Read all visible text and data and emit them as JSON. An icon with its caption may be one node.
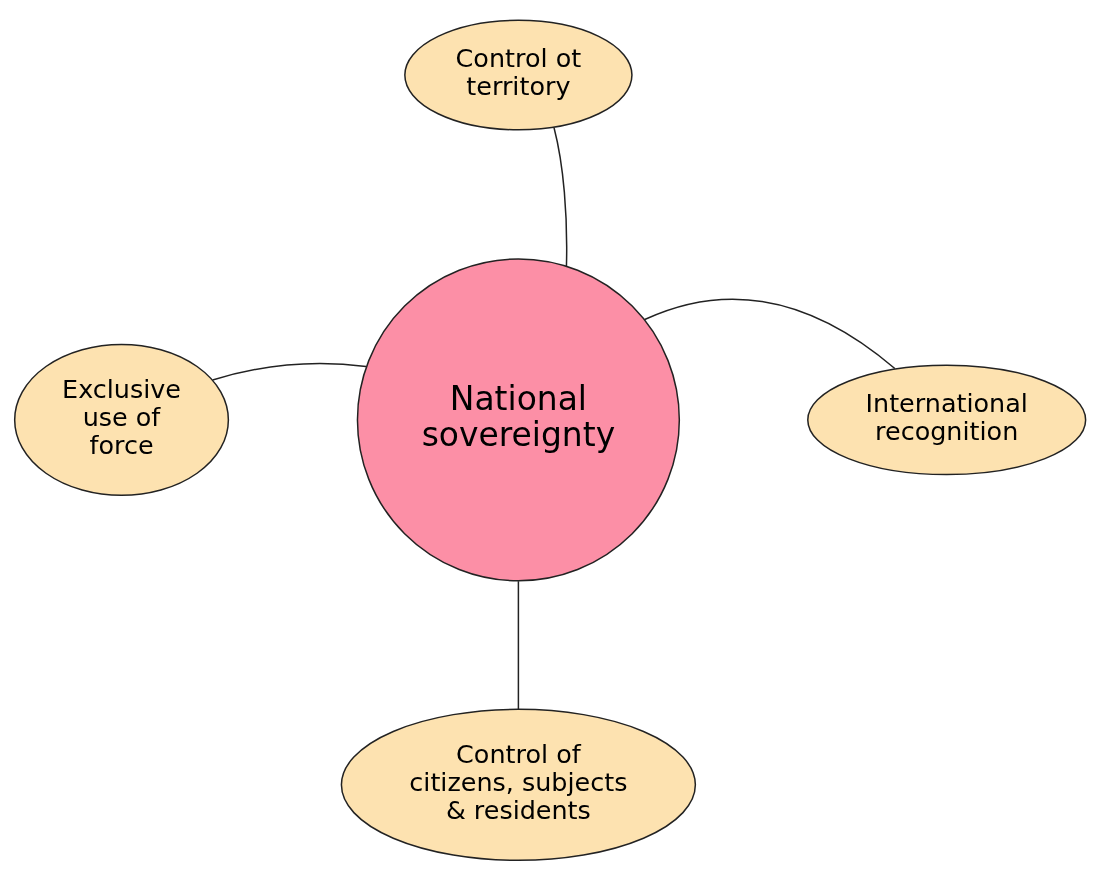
{
  "diagram": {
    "nodes": [
      {
        "text": [
          "National sovereignty"
        ]
      },
      {
        "text": [
          "Control ot territory"
        ]
      },
      {
        "text": [
          "Exclusive use of force"
        ]
      },
      {
        "text": [
          "International recognition"
        ]
      },
      {
        "text": [
          "Control of citizens, subjects & residents"
        ]
      }
    ],
    "edges": [
      {
        "from": 0,
        "to": 1,
        "arrow": "none"
      },
      {
        "from": 0,
        "to": 2,
        "arrow": "none"
      },
      {
        "from": 0,
        "to": 3,
        "arrow": "none"
      },
      {
        "from": 0,
        "to": 4,
        "arrow": "none"
      }
    ]
  }
}
